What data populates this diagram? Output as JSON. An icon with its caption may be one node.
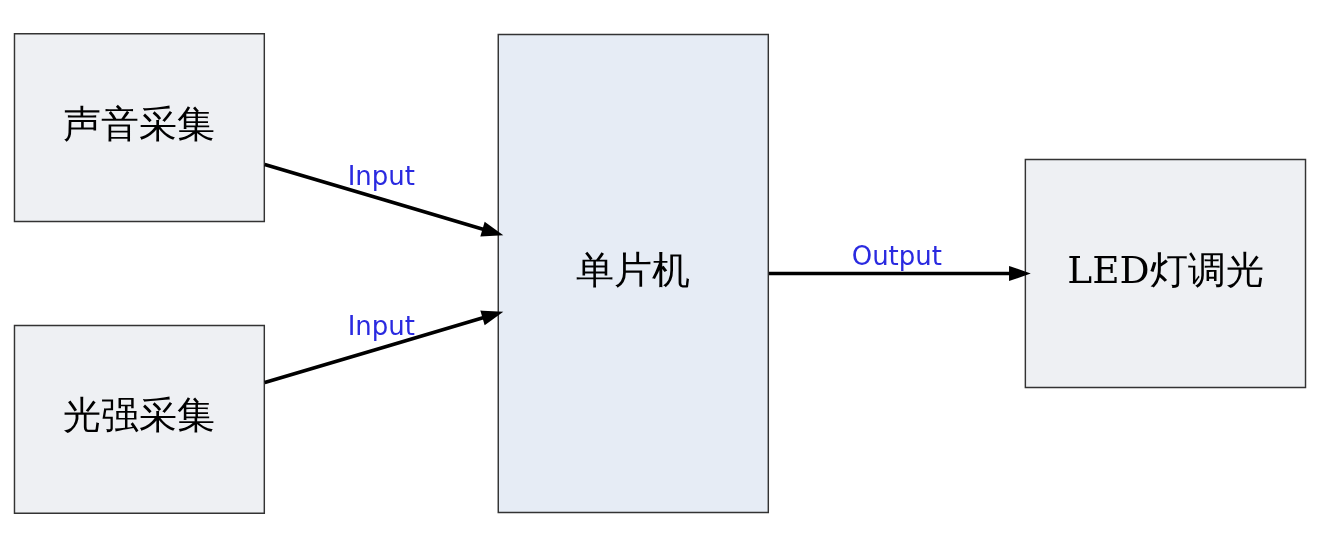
{
  "diagram": {
    "nodes": [
      {
        "text": [
          "声音采集"
        ]
      },
      {
        "text": [
          "光强采集"
        ]
      },
      {
        "text": [
          "单片机"
        ]
      },
      {
        "text": [
          "LED灯调光"
        ]
      }
    ],
    "edges": [
      {
        "from": 0,
        "to": 2,
        "arrow": "to",
        "label": "Input"
      },
      {
        "from": 1,
        "to": 2,
        "arrow": "to",
        "label": "Input"
      },
      {
        "from": 2,
        "to": 3,
        "arrow": "to",
        "label": "Output"
      }
    ]
  }
}
